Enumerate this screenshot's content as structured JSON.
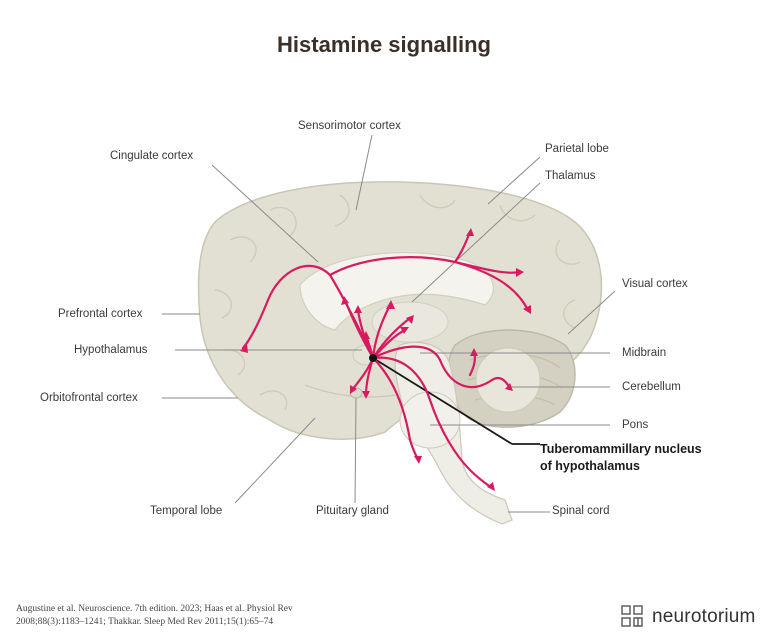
{
  "title": "Histamine signalling",
  "labels": {
    "sensorimotor": "Sensorimotor cortex",
    "cingulate": "Cingulate cortex",
    "parietal": "Parietal lobe",
    "thalamus": "Thalamus",
    "visual": "Visual cortex",
    "prefrontal": "Prefrontal cortex",
    "hypothalamus": "Hypothalamus",
    "midbrain": "Midbrain",
    "orbitofrontal": "Orbitofrontal cortex",
    "cerebellum": "Cerebellum",
    "pons": "Pons",
    "tmn_line1": "Tuberomammillary  nucleus",
    "tmn_line2": "of hypothalamus",
    "temporal": "Temporal lobe",
    "pituitary": "Pituitary gland",
    "spinal": "Spinal cord"
  },
  "citation": {
    "line1": "Augustine et al. Neuroscience. 7th edition. 2023; Haas et al. Physiol Rev",
    "line2": "2008;88(3):1183–1241; Thakkar. Sleep Med Rev 2011;15(1):65–74"
  },
  "brand": {
    "name": "neurotorium"
  },
  "colors": {
    "pathway": "#d81b60",
    "brain_fill": "#e2e0d3",
    "brain_shade": "#d4d1c2",
    "leader_line": "#8a8a8a"
  }
}
